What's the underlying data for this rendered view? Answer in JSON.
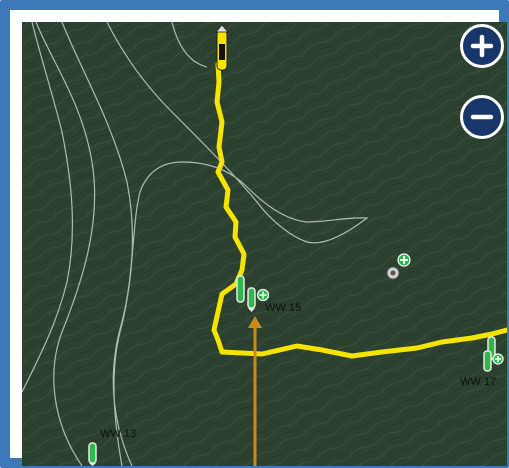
{
  "map": {
    "zoom_in_label": "+",
    "zoom_out_label": "−",
    "colors": {
      "terrain": "#2c4030",
      "route": "#f5e400",
      "contour": "#c9cfc9",
      "arrow": "#c98b18",
      "frame": "#3d79b8",
      "button": "#17366a"
    },
    "waypoints": [
      {
        "id": "ww15",
        "label": "WW 15",
        "icon": "waypoint-pin-icon"
      },
      {
        "id": "ww17",
        "label": "WW 17",
        "icon": "waypoint-pin-icon"
      },
      {
        "id": "ww13",
        "label": "WW 13",
        "icon": "waypoint-pin-icon"
      }
    ]
  }
}
